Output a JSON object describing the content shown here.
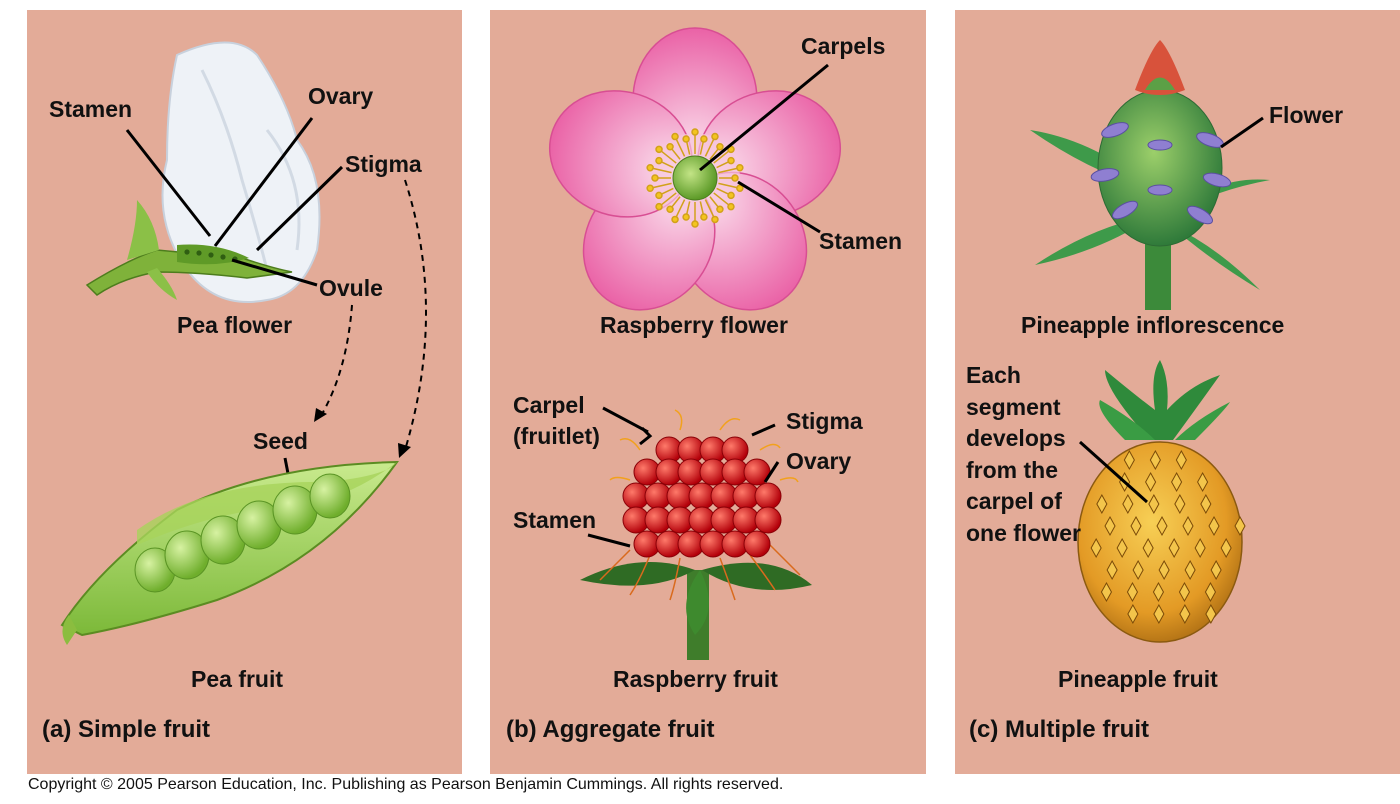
{
  "panels": {
    "simple": {
      "flower_title": "Pea flower",
      "fruit_title": "Pea fruit",
      "caption": "(a) Simple fruit",
      "labels": {
        "stamen": "Stamen",
        "ovary": "Ovary",
        "stigma": "Stigma",
        "ovule": "Ovule",
        "seed": "Seed"
      }
    },
    "aggregate": {
      "flower_title": "Raspberry flower",
      "fruit_title": "Raspberry fruit",
      "caption": "(b) Aggregate fruit",
      "labels": {
        "carpels": "Carpels",
        "stamen_flower": "Stamen",
        "carpel": "Carpel",
        "fruitlet": "(fruitlet)",
        "stigma": "Stigma",
        "ovary": "Ovary",
        "stamen_fruit": "Stamen"
      }
    },
    "multiple": {
      "flower_title": "Pineapple inflorescence",
      "fruit_title": "Pineapple fruit",
      "caption": "(c) Multiple fruit",
      "labels": {
        "flower": "Flower",
        "segment_note": "Each segment develops from the carpel of one flower"
      }
    }
  },
  "copyright": "Copyright ©  2005 Pearson Education, Inc. Publishing as Pearson Benjamin Cummings. All rights reserved.",
  "colors": {
    "panel_bg": "#e3ab98",
    "pea_green": "#8cc63f",
    "raspberry_red": "#d9121a",
    "petal_pink": "#f19ac4",
    "pineapple_gold": "#e6a32e"
  }
}
